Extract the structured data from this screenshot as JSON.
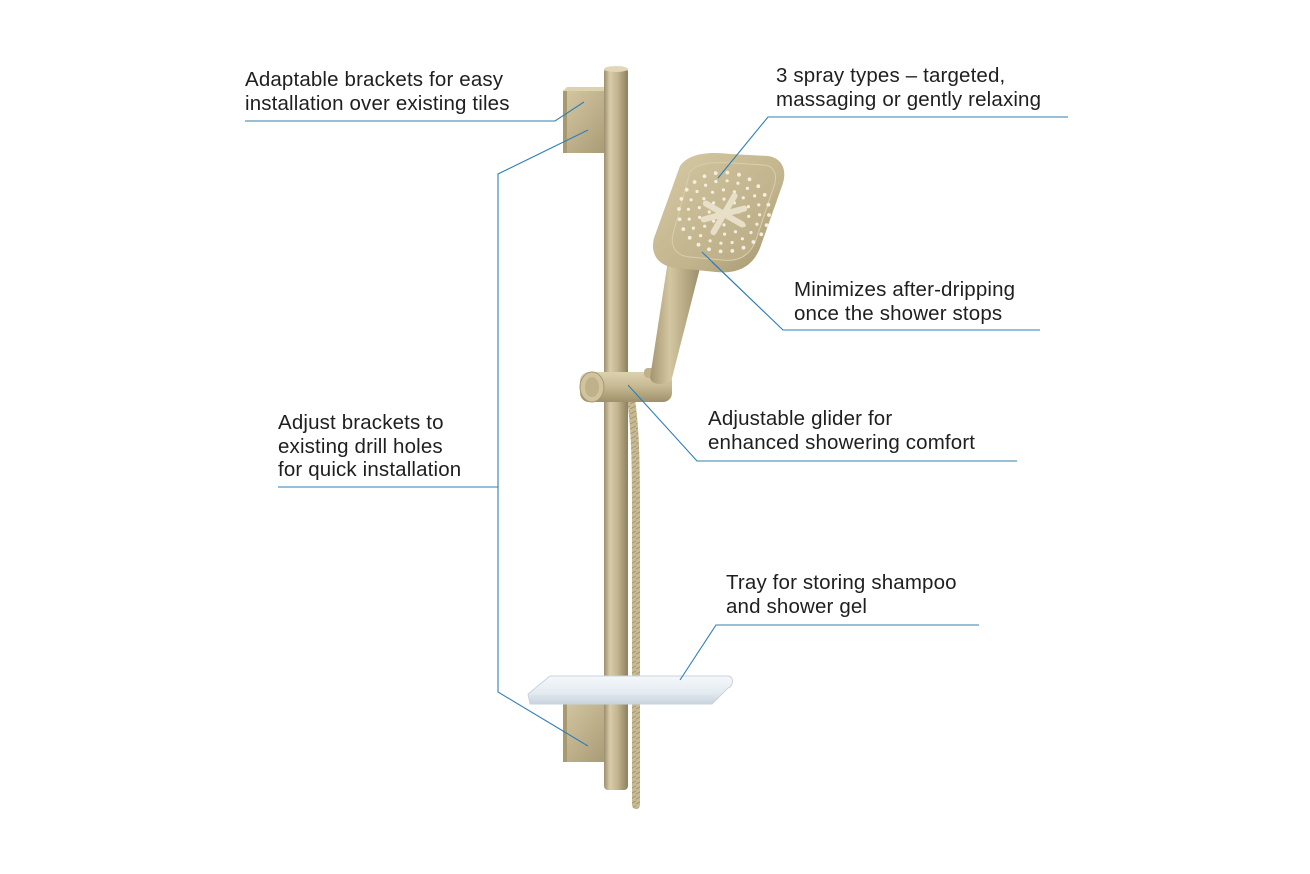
{
  "callouts": {
    "brackets": {
      "line1": "Adaptable brackets for easy",
      "line2": "installation over existing tiles"
    },
    "spray": {
      "line1": "3 spray types – targeted,",
      "line2": "massaging or gently relaxing"
    },
    "dripping": {
      "line1": "Minimizes after-dripping",
      "line2": "once the shower stops"
    },
    "drill": {
      "line1": "Adjust brackets to",
      "line2": "existing drill holes",
      "line3": "for quick installation"
    },
    "glider": {
      "line1": "Adjustable glider for",
      "line2": "enhanced showering comfort"
    },
    "tray": {
      "line1": "Tray for storing shampoo",
      "line2": "and shower gel"
    }
  },
  "colors": {
    "leader_line": "#2f7fb5",
    "finish": "#c9bb96",
    "text": "#1f1f1f"
  }
}
